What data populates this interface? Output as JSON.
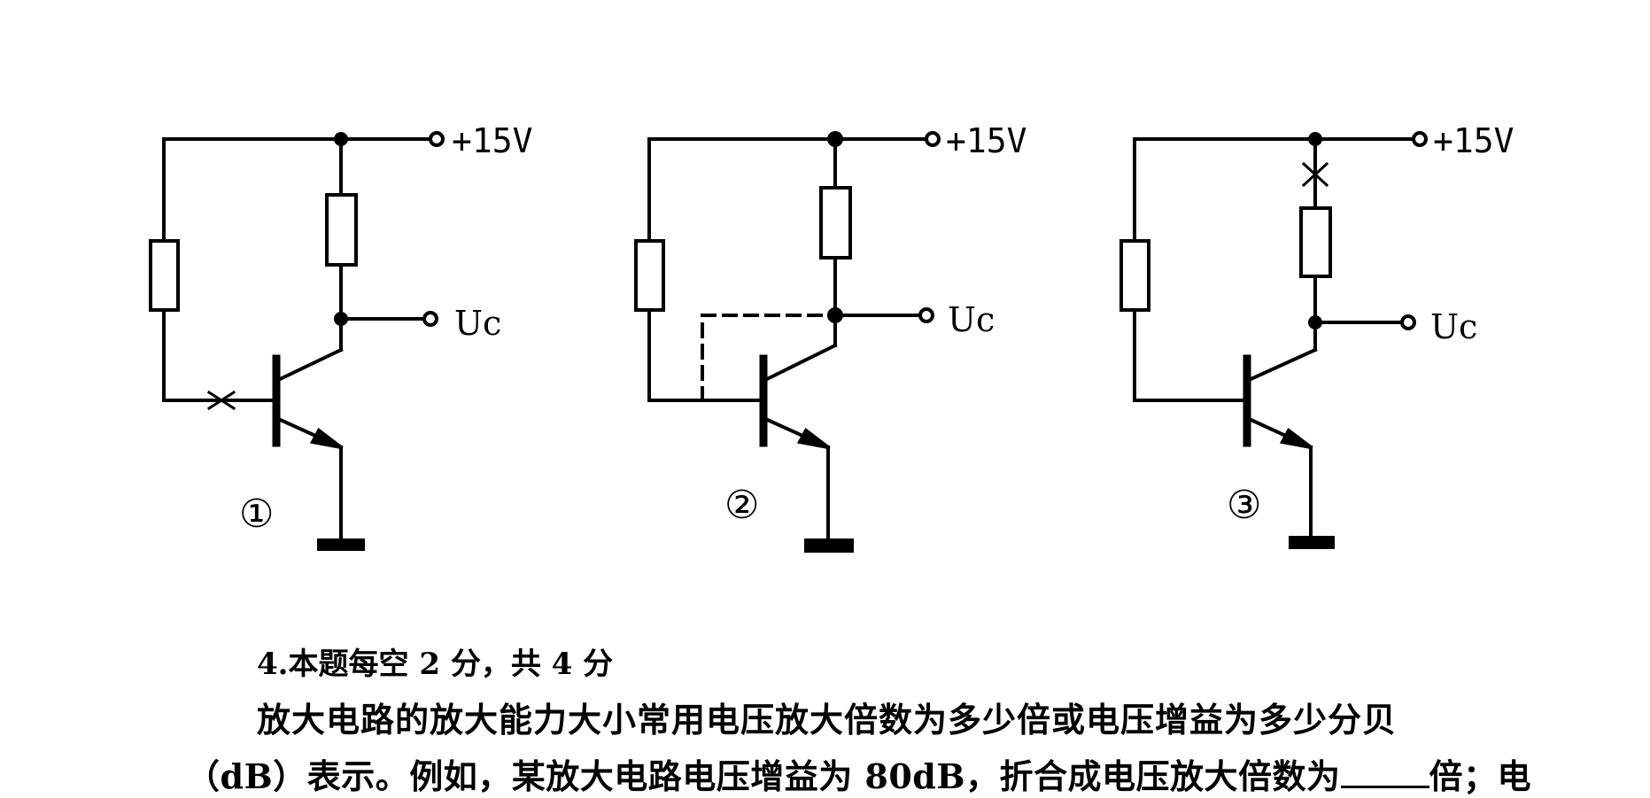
{
  "supply_label": "+15V",
  "output_label": "Uc",
  "circuits": [
    {
      "number": "①"
    },
    {
      "number": "②"
    },
    {
      "number": "③"
    }
  ],
  "question": {
    "heading": "4.本题每空 2 分，共 4 分",
    "line1": "放大电路的放大能力大小常用电压放大倍数为多少倍或电压增益为多少分贝",
    "line2_a": "（dB）表示。例如，某放大电路电压增益为 80dB，折合成电压放大倍数为",
    "line2_b": "倍；电"
  }
}
